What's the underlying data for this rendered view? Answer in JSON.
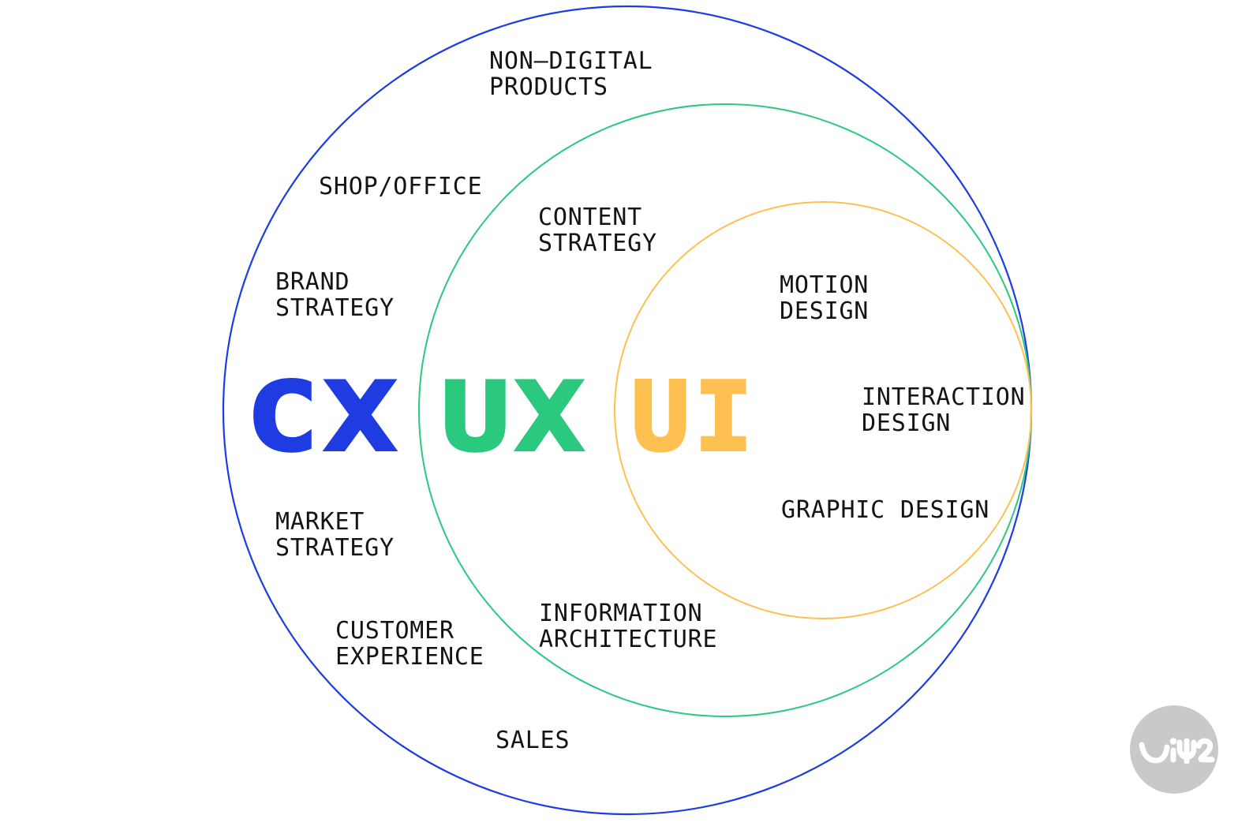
{
  "colors": {
    "cx_blue": "#1e3ce2",
    "ux_green": "#2bc97e",
    "ui_yellow": "#fdc051",
    "label_black": "#141414",
    "logo_gray": "#c9c9c9",
    "logo_glyph_white": "#ffffff"
  },
  "zones": {
    "cx": {
      "label": "CX"
    },
    "ux": {
      "label": "UX"
    },
    "ui": {
      "label": "UI"
    }
  },
  "labels": {
    "non_digital_products": {
      "text": "NON–DIGITAL\nPRODUCTS"
    },
    "shop_office": {
      "text": "SHOP/OFFICE"
    },
    "content_strategy": {
      "text": "CONTENT\nSTRATEGY"
    },
    "brand_strategy": {
      "text": "BRAND\nSTRATEGY"
    },
    "motion_design": {
      "text": "MOTION\nDESIGN"
    },
    "interaction_design": {
      "text": "INTERACTION\nDESIGN"
    },
    "graphic_design": {
      "text": "GRAPHIC DESIGN"
    },
    "market_strategy": {
      "text": "MARKET\nSTRATEGY"
    },
    "customer_experience": {
      "text": "CUSTOMER\nEXPERIENCE"
    },
    "information_architecture": {
      "text": "INFORMATION\nARCHITECTURE"
    },
    "sales": {
      "text": "SALES"
    }
  },
  "logo": {
    "text": "ui42"
  }
}
